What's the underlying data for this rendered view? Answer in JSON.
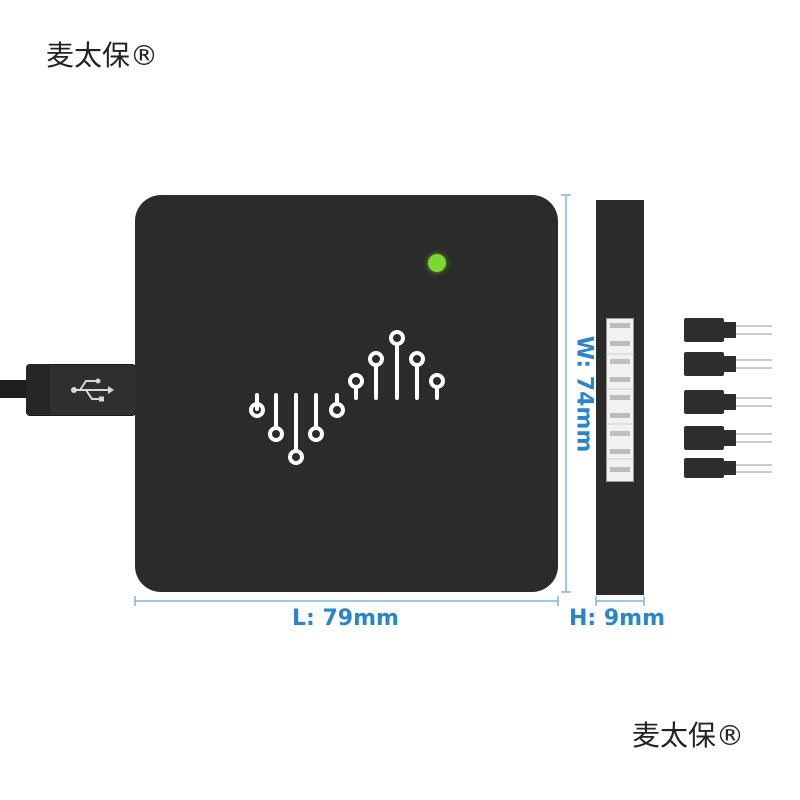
{
  "brand": {
    "watermark_top": "麦太保®",
    "watermark_bottom": "麦太保®"
  },
  "dimensions": {
    "length_label": "L: 79mm",
    "width_label": "W: 74mm",
    "height_label": "H: 9mm"
  },
  "icons": {
    "usb": "usb-icon",
    "logo": "signal-waveform-logo-icon",
    "led": "status-led-icon"
  },
  "colors": {
    "device_body": "#2b2b2b",
    "led_green": "#7bd830",
    "dimension_blue": "#2b86c9",
    "brand_text": "#222222"
  }
}
